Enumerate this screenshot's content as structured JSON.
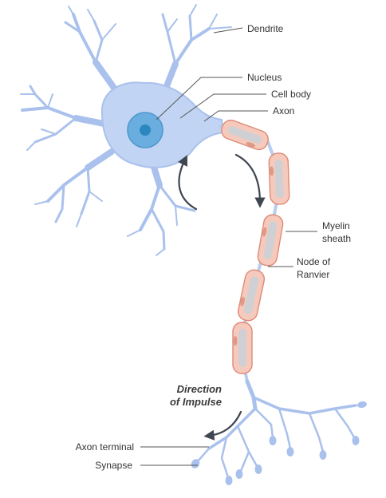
{
  "labels": {
    "dendrite": "Dendrite",
    "nucleus": "Nucleus",
    "cell_body": "Cell body",
    "axon": "Axon",
    "myelin_sheath": [
      "Myelin",
      "sheath"
    ],
    "node_of_ranvier": [
      "Node of",
      "Ranvier"
    ],
    "direction_of_impulse": [
      "Direction",
      "of Impulse"
    ],
    "axon_terminal": "Axon terminal",
    "synapse": "Synapse"
  },
  "colors": {
    "cell_body": "#c1d4f4",
    "cell_body_edge": "#a9c1ec",
    "nucleus_outer": "#6aaee0",
    "nucleus_inner": "#2c86bf",
    "myelin_fill": "#f6c9bd",
    "myelin_edge": "#de8a76",
    "axon_core": "#cfd0d4",
    "arrow": "#3f4650"
  }
}
